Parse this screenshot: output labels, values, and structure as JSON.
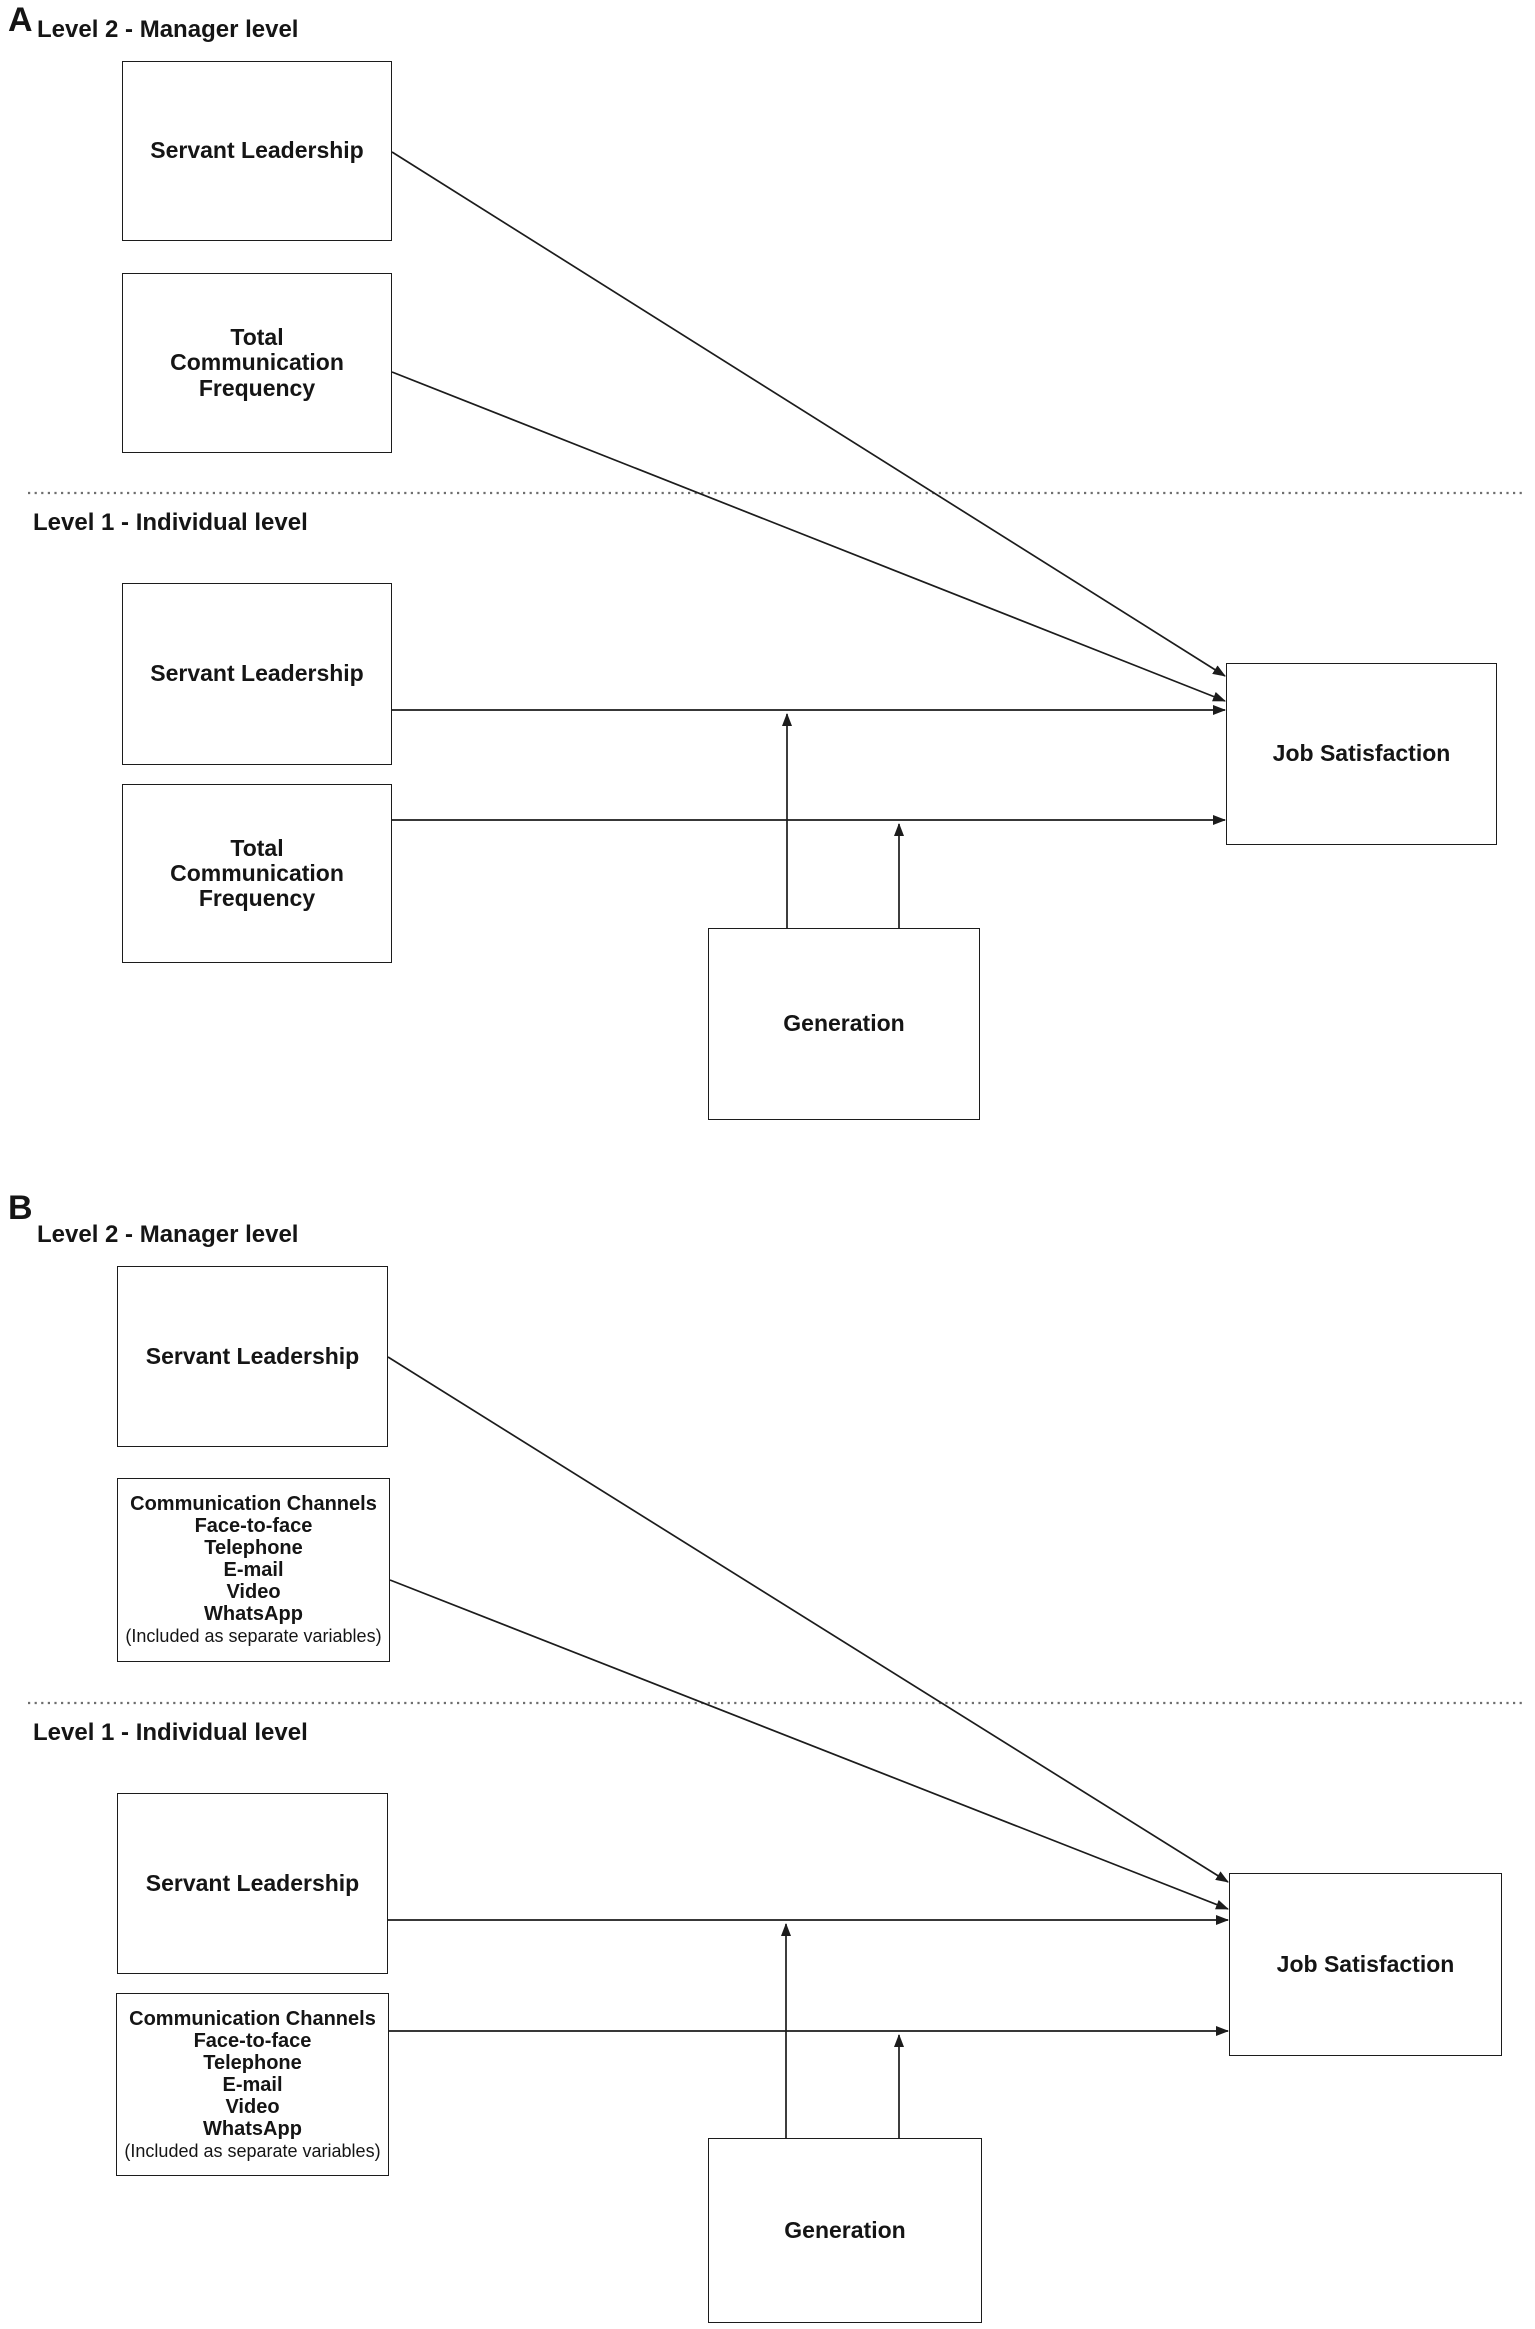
{
  "colors": {
    "background": "#ffffff",
    "line": "#1c1c1c",
    "divider_dots": "#6e6e6e",
    "text": "#151515"
  },
  "panel_a": {
    "label": "A",
    "level2_heading": "Level 2 - Manager level",
    "level1_heading": "Level 1 - Individual level",
    "level2": {
      "servant_leadership": "Servant Leadership",
      "communication_frequency": "Total Communication Frequency"
    },
    "level1": {
      "servant_leadership": "Servant Leadership",
      "communication_frequency": "Total Communication Frequency"
    },
    "outcome": "Job Satisfaction",
    "moderator": "Generation"
  },
  "panel_b": {
    "label": "B",
    "level2_heading": "Level 2 - Manager level",
    "level1_heading": "Level 1 - Individual level",
    "level2": {
      "servant_leadership": "Servant Leadership",
      "channels": {
        "title": "Communication Channels",
        "items": [
          "Face-to-face",
          "Telephone",
          "E-mail",
          "Video",
          "WhatsApp"
        ],
        "note": "(Included as separate variables)"
      }
    },
    "level1": {
      "servant_leadership": "Servant Leadership",
      "channels": {
        "title": "Communication Channels",
        "items": [
          "Face-to-face",
          "Telephone",
          "E-mail",
          "Video",
          "WhatsApp"
        ],
        "note": "(Included as separate variables)"
      }
    },
    "outcome": "Job Satisfaction",
    "moderator": "Generation"
  }
}
